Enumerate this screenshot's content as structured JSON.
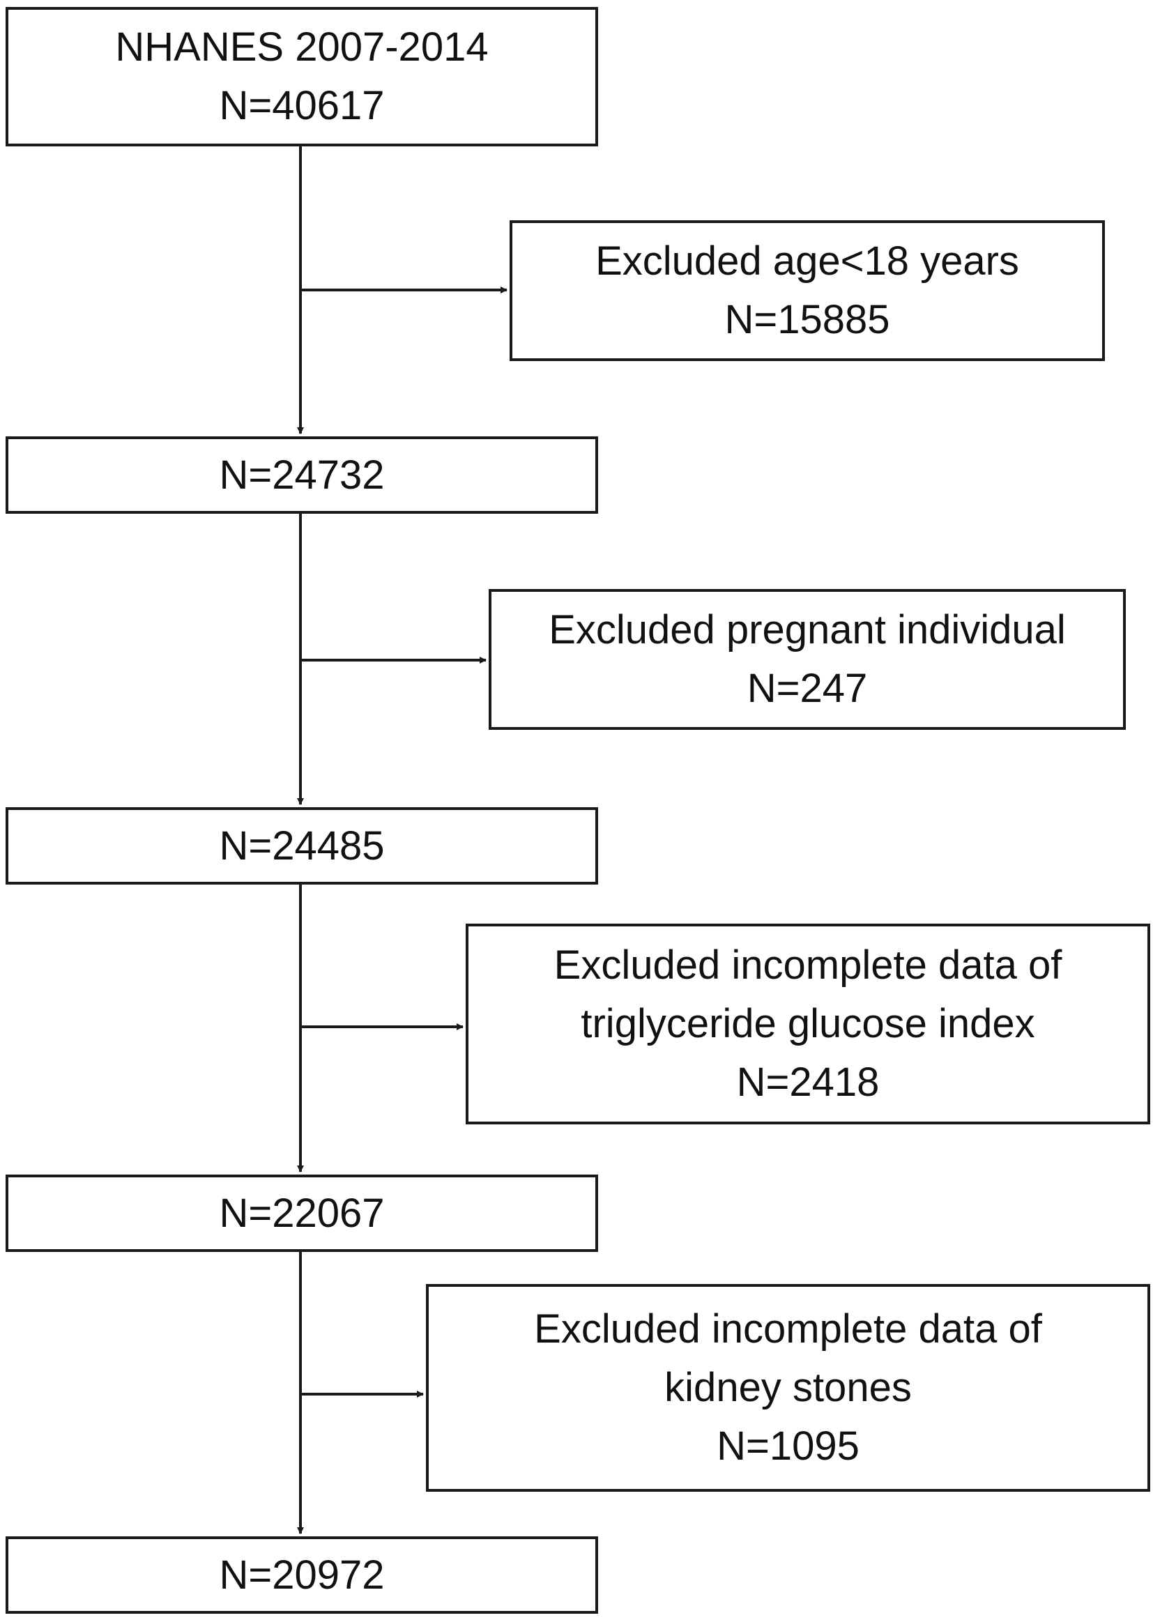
{
  "colors": {
    "line": "#1a1a1a",
    "text": "#111111",
    "background": "#ffffff"
  },
  "flow": {
    "main": [
      {
        "lines": [
          "NHANES 2007-2014",
          "N=40617"
        ]
      },
      {
        "lines": [
          "N=24732"
        ]
      },
      {
        "lines": [
          "N=24485"
        ]
      },
      {
        "lines": [
          "N=22067"
        ]
      },
      {
        "lines": [
          "N=20972"
        ]
      }
    ],
    "exclusions": [
      {
        "lines": [
          "Excluded age<18 years",
          "N=15885"
        ]
      },
      {
        "lines": [
          "Excluded pregnant individual",
          "N=247"
        ]
      },
      {
        "lines": [
          "Excluded incomplete data of",
          "triglyceride glucose index",
          "N=2418"
        ]
      },
      {
        "lines": [
          "Excluded incomplete data of",
          "kidney stones",
          "N=1095"
        ]
      }
    ]
  }
}
